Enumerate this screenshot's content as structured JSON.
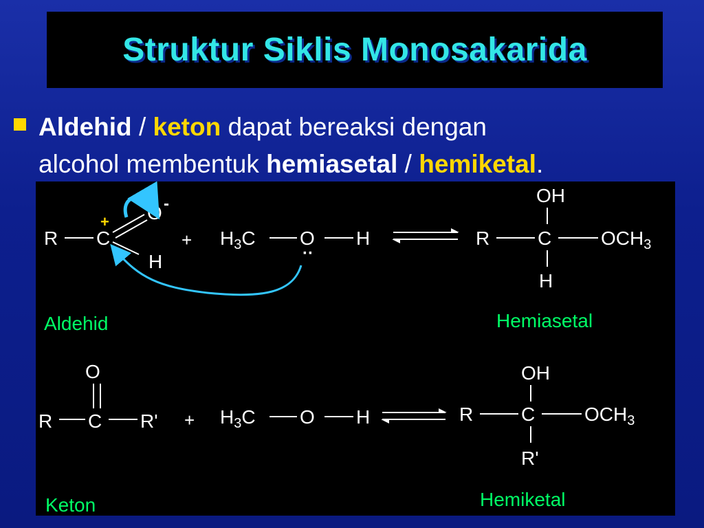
{
  "slide": {
    "title": "Struktur Siklis Monosakarida",
    "bullet": {
      "part1": "Aldehid",
      "part2": " / ",
      "part3": "keton",
      "part4": " dapat bereaksi dengan",
      "part5": "alcohol membentuk ",
      "part6": "hemiasetal",
      "part7": " / ",
      "part8": "hemiketal",
      "part9": "."
    }
  },
  "diagram": {
    "aldehyde_reaction": {
      "r": "R",
      "c": "C",
      "o": "O",
      "h": "H",
      "plus_charge": "+",
      "minus_charge": "-",
      "lone_pair": "··",
      "plus_sign": "+",
      "methanol_h3": "H",
      "methanol_sub": "3",
      "methanol_c": "C",
      "methanol_o": "O",
      "methanol_h": "H",
      "prod_oh": "OH",
      "prod_r": "R",
      "prod_c": "C",
      "prod_och": "OCH",
      "prod_sub": "3",
      "prod_h": "H",
      "label_reactant": "Aldehid",
      "label_product": "Hemiasetal"
    },
    "ketone_reaction": {
      "o": "O",
      "r": "R",
      "c": "C",
      "r2": "R'",
      "plus_sign": "+",
      "methanol_h3": "H",
      "methanol_sub": "3",
      "methanol_c": "C",
      "methanol_o": "O",
      "methanol_h": "H",
      "prod_oh": "OH",
      "prod_r": "R",
      "prod_c": "C",
      "prod_och": "OCH",
      "prod_sub": "3",
      "prod_r2": "R'",
      "label_reactant": "Keton",
      "label_product": "Hemiketal"
    },
    "colors": {
      "text": "#ffffff",
      "label": "#00ff66",
      "arrow": "#33c5ff",
      "charge": "#ffd700"
    }
  }
}
